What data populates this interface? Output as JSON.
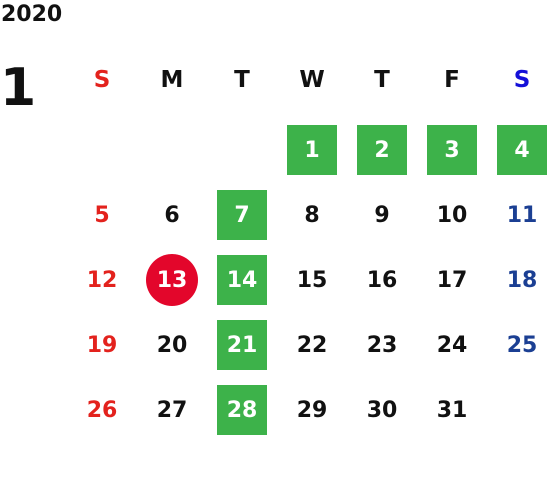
{
  "calendar": {
    "year": "2020",
    "month": "1",
    "weekdays": [
      "S",
      "M",
      "T",
      "W",
      "T",
      "F",
      "S"
    ],
    "days": [
      "1",
      "2",
      "3",
      "4",
      "5",
      "6",
      "7",
      "8",
      "9",
      "10",
      "11",
      "12",
      "13",
      "14",
      "15",
      "16",
      "17",
      "18",
      "19",
      "20",
      "21",
      "22",
      "23",
      "24",
      "25",
      "26",
      "27",
      "28",
      "29",
      "30",
      "31"
    ],
    "colors": {
      "sunday": "#e3221d",
      "saturday": "#1b3f93",
      "saturday_header": "#1410d8",
      "weekday": "#111111",
      "holiday_green": "#3db24a",
      "today_red": "#e3062b"
    },
    "green_highlight_days": [
      "1",
      "2",
      "3",
      "4",
      "7",
      "14",
      "21",
      "28"
    ],
    "circled_day": "13"
  }
}
